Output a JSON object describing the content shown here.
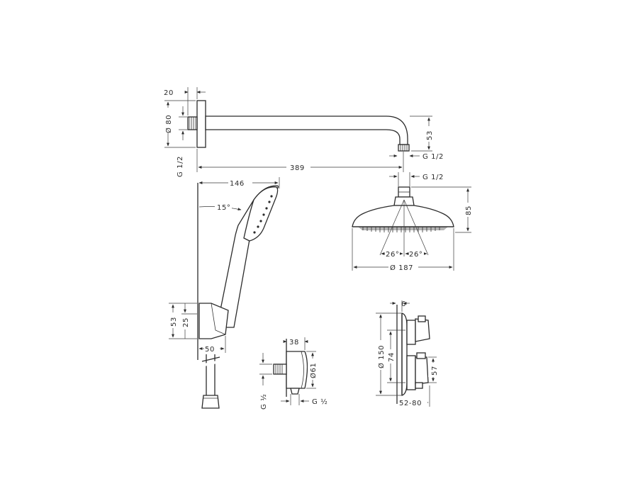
{
  "colors": {
    "line": "#2b2b2b",
    "background": "#ffffff"
  },
  "labels": {
    "wall_depth": "20",
    "flange_dia": "Ø 80",
    "arm_thread": "G 1/2",
    "arm_drop": "53",
    "arm_outlet_thread": "G 1/2",
    "arm_length": "389",
    "head_inlet_thread": "G 1/2",
    "head_height": "85",
    "head_angle_left": "26°",
    "head_angle_right": "26°",
    "head_dia": "Ø 187",
    "hand_length": "146",
    "hand_angle": "15°",
    "holder_height": "53",
    "holder_offset": "25",
    "holder_width": "50",
    "elbow_depth": "38",
    "elbow_dia": "Ø61",
    "elbow_thread_vertical": "G ½",
    "elbow_thread_bottom": "G ½",
    "thermo_depth": "6",
    "thermo_dia": "Ø 150",
    "thermo_spacing": "74",
    "thermo_handle": "57",
    "thermo_install_depth": "52-80"
  }
}
